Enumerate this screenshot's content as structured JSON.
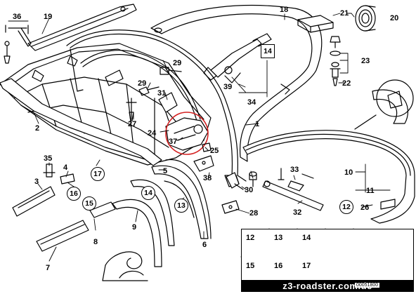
{
  "diagram": {
    "callouts": {
      "p36": "36",
      "p19": "19",
      "p18": "18",
      "p21": "21",
      "p20": "20",
      "p14a": "14",
      "p23": "23",
      "p22": "22",
      "p29a": "29",
      "p29b": "29",
      "p31": "31",
      "p39": "39",
      "p34": "34",
      "p2": "2",
      "p27": "27",
      "p24": "24",
      "p37": "37",
      "p1": "1",
      "p25": "25",
      "p17": "17",
      "p35": "35",
      "p4": "4",
      "p3": "3",
      "p16": "16",
      "p5": "5",
      "p14b": "14",
      "p13": "13",
      "p38": "38",
      "p30": "30",
      "p33": "33",
      "p10": "10",
      "p11": "11",
      "p15": "15",
      "p8": "8",
      "p9": "9",
      "p6": "6",
      "p7": "7",
      "p28": "28",
      "p12": "12",
      "p26": "26",
      "p32": "32"
    },
    "legend": {
      "cells": [
        "12",
        "13",
        "14",
        "15",
        "16",
        "17"
      ]
    },
    "watermark": "z3-roadster.com.de",
    "code": "00051800"
  }
}
